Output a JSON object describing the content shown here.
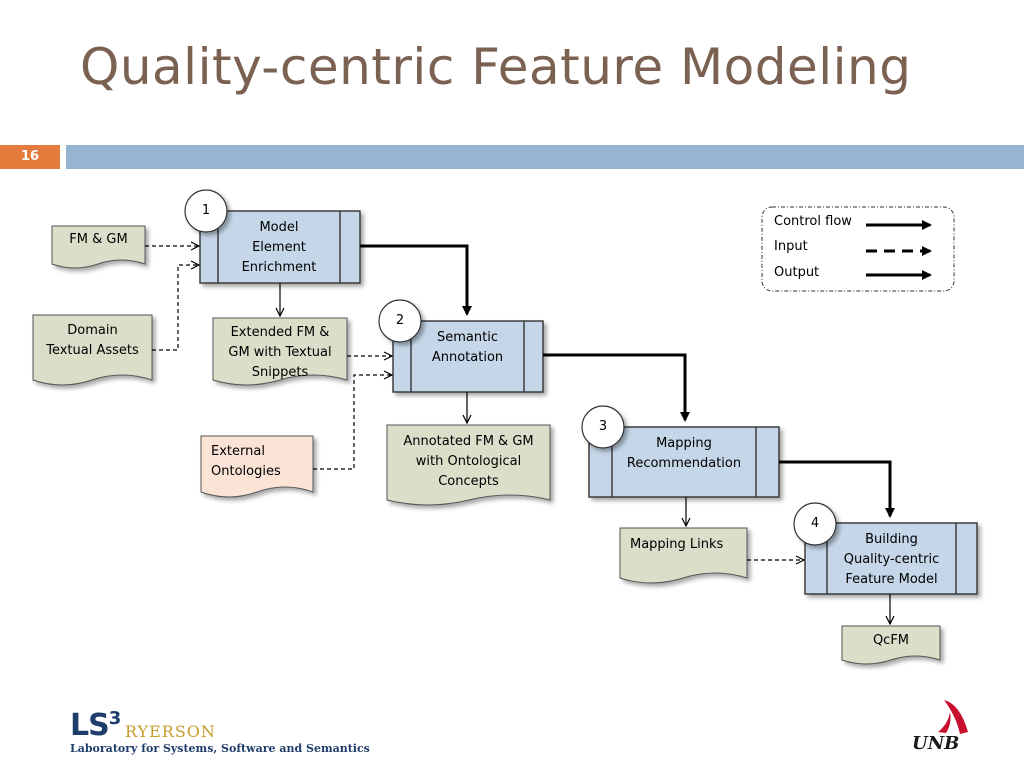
{
  "slide": {
    "title": "Quality-centric Feature Modeling",
    "number": "16"
  },
  "process": [
    {
      "step": "1",
      "label_lines": [
        "Model",
        "Element",
        "Enrichment"
      ]
    },
    {
      "step": "2",
      "label_lines": [
        "Semantic",
        "Annotation"
      ]
    },
    {
      "step": "3",
      "label_lines": [
        "Mapping",
        "Recommendation"
      ]
    },
    {
      "step": "4",
      "label_lines": [
        "Building",
        "Quality-centric",
        "Feature Model"
      ]
    }
  ],
  "documents": {
    "fm_gm": [
      "FM & GM"
    ],
    "domain_assets": [
      "Domain",
      "Textual Assets"
    ],
    "extended_fm": [
      "Extended FM &",
      "GM with Textual",
      "Snippets"
    ],
    "external_ontologies": [
      "External",
      "Ontologies"
    ],
    "annotated_fm": [
      "Annotated FM & GM",
      "with Ontological",
      "Concepts"
    ],
    "mapping_links": [
      "Mapping Links"
    ],
    "qcfm": [
      "QcFM"
    ]
  },
  "legend": {
    "control_flow": "Control flow",
    "input": "Input",
    "output": "Output"
  },
  "logos": {
    "ls3": "LS",
    "ls3_sup": "3",
    "ryerson": "RYERSON",
    "lab_name": "Laboratory for Systems, Software and Semantics",
    "unb": "UNB"
  },
  "colors": {
    "process_fill": "#c5d6e8",
    "doc_fill": "#d9dfc9",
    "ontology_fill": "#fbe3d5",
    "title": "#7a6152",
    "accent_bar": "#95b5d1",
    "number_box": "#e37b3d"
  }
}
